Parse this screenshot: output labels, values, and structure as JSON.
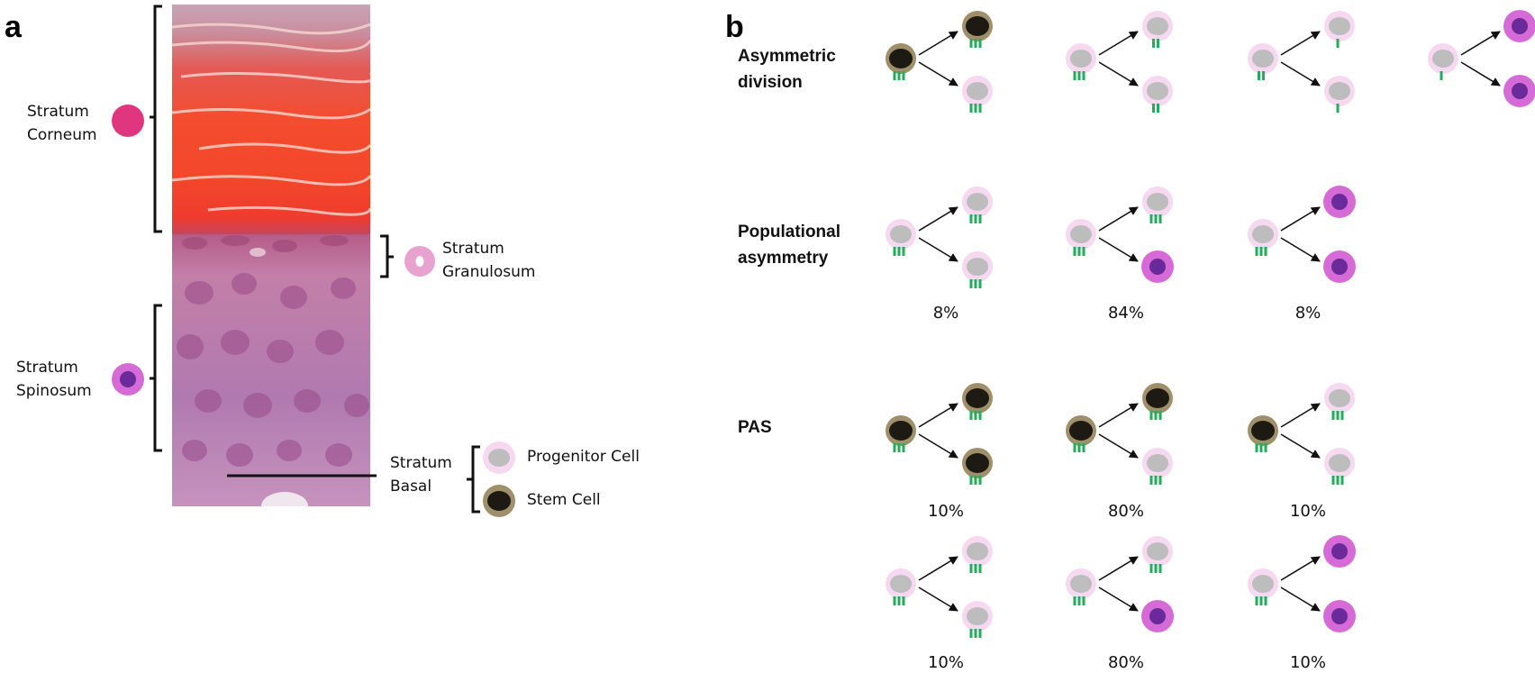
{
  "panel_a": {
    "letter": "a",
    "layers": [
      {
        "line1": "Stratum",
        "line2": "Corneum",
        "cell": "corneum"
      },
      {
        "line1": "Stratum",
        "line2": "Granulosum",
        "cell": "granulosum"
      },
      {
        "line1": "Stratum",
        "line2": "Spinosum",
        "cell": "spinosum"
      },
      {
        "line1": "Stratum",
        "line2": "Basal",
        "cell": "none"
      }
    ],
    "legend": [
      {
        "label": "Progenitor Cell",
        "cell": "progenitor"
      },
      {
        "label": "Stem Cell",
        "cell": "stem"
      }
    ]
  },
  "panel_b": {
    "letter": "b",
    "rows": [
      {
        "title_line1": "Asymmetric",
        "title_line2": "division",
        "groups": [
          {
            "parent": "stem-3",
            "top": "stem-3",
            "bottom": "prog-3",
            "pct": ""
          },
          {
            "parent": "prog-3",
            "top": "prog-2",
            "bottom": "prog-2",
            "pct": ""
          },
          {
            "parent": "prog-2",
            "top": "prog-1",
            "bottom": "prog-1",
            "pct": ""
          },
          {
            "parent": "prog-1",
            "top": "diff",
            "bottom": "diff",
            "pct": ""
          }
        ]
      },
      {
        "title_line1": "Populational",
        "title_line2": "asymmetry",
        "groups": [
          {
            "parent": "prog-3",
            "top": "prog-3",
            "bottom": "prog-3",
            "pct": "8%"
          },
          {
            "parent": "prog-3",
            "top": "prog-3",
            "bottom": "diff",
            "pct": "84%"
          },
          {
            "parent": "prog-3",
            "top": "diff",
            "bottom": "diff",
            "pct": "8%"
          }
        ]
      },
      {
        "title_line1": "PAS",
        "title_line2": "",
        "groups": [
          {
            "parent": "stem-3",
            "top": "stem-3",
            "bottom": "stem-3",
            "pct": "10%"
          },
          {
            "parent": "stem-3",
            "top": "stem-3",
            "bottom": "prog-3",
            "pct": "80%"
          },
          {
            "parent": "stem-3",
            "top": "prog-3",
            "bottom": "prog-3",
            "pct": "10%"
          }
        ]
      },
      {
        "title_line1": "",
        "title_line2": "",
        "groups": [
          {
            "parent": "prog-3",
            "top": "prog-3",
            "bottom": "prog-3",
            "pct": "10%"
          },
          {
            "parent": "prog-3",
            "top": "prog-3",
            "bottom": "diff",
            "pct": "80%"
          },
          {
            "parent": "prog-3",
            "top": "diff",
            "bottom": "diff",
            "pct": "10%"
          }
        ]
      }
    ]
  },
  "colors": {
    "corneum": "#e0357f",
    "granulosum_outer": "#e8a2d0",
    "spinosum_outer": "#d66ad6",
    "spinosum_inner": "#6a2a9a",
    "progenitor_outer": "#f6d8f0",
    "progenitor_inner": "#bdbdbd",
    "stem_outer": "#9f8f6a",
    "stem_inner": "#1c1a12",
    "tag": "#1fae5a"
  }
}
